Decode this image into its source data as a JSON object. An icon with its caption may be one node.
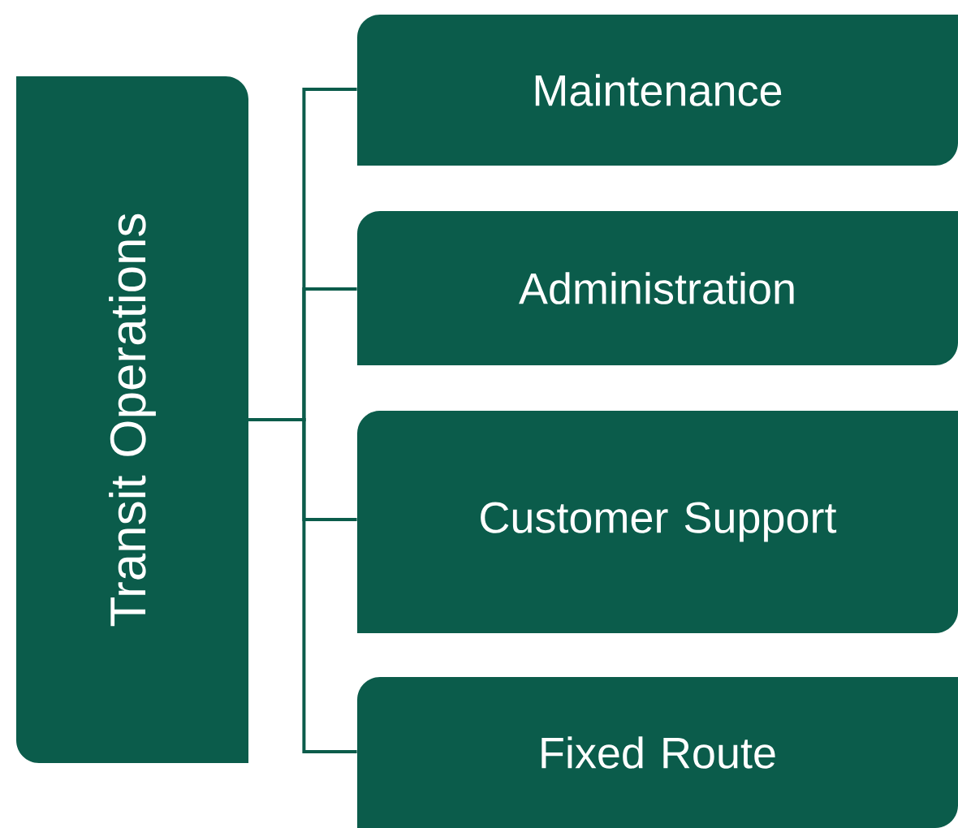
{
  "diagram": {
    "nodes": [
      {
        "text": [
          "Transit Operations"
        ]
      },
      {
        "text": [
          "Maintenance"
        ]
      },
      {
        "text": [
          "Administration"
        ]
      },
      {
        "text": [
          "Customer Support"
        ]
      },
      {
        "text": [
          "Fixed Route"
        ]
      }
    ],
    "edges": [
      {
        "from": 0,
        "to": 1,
        "arrow": "none"
      },
      {
        "from": 0,
        "to": 2,
        "arrow": "none"
      },
      {
        "from": 0,
        "to": 3,
        "arrow": "none"
      },
      {
        "from": 0,
        "to": 4,
        "arrow": "none"
      }
    ]
  }
}
